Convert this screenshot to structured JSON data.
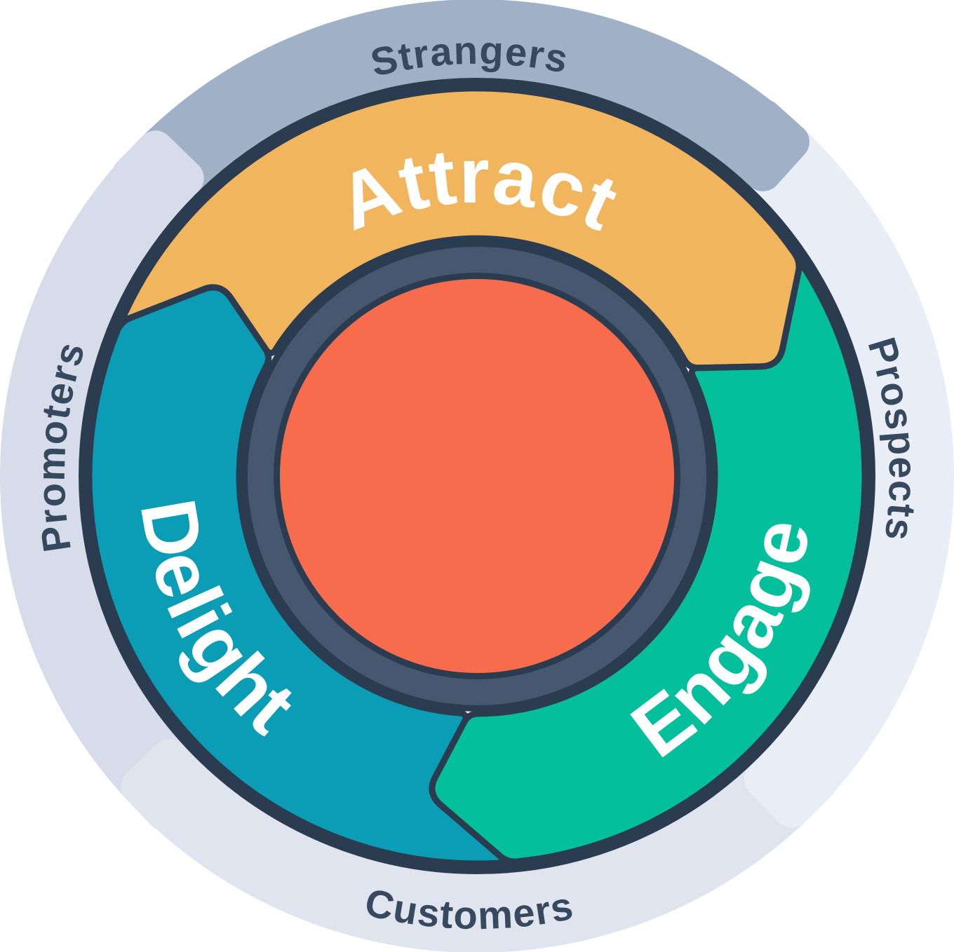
{
  "diagram": {
    "type": "flywheel",
    "outline_color": "#2b3c50",
    "ring_label_color": "#36495e",
    "segment_label_color": "#ffffff",
    "hub": {
      "ring_color": "#455870",
      "center_color": "#f76c4c"
    },
    "outer_ring": [
      {
        "id": "strangers",
        "label": "Strangers",
        "color": "#a0b1c7",
        "from": 224.3,
        "to": 312,
        "label_angle": 269,
        "text_dir": "cw"
      },
      {
        "id": "prospects",
        "label": "Prospects",
        "color": "#e9edf6",
        "from": 312,
        "to": 405.4,
        "label_angle": 355,
        "text_dir": "cw"
      },
      {
        "id": "customers",
        "label": "Customers",
        "color": "#dfe4ee",
        "from": 45.4,
        "to": 136.2,
        "label_angle": 91,
        "text_dir": "ccw"
      },
      {
        "id": "promoters",
        "label": "Promoters",
        "color": "#d6dce9",
        "from": 136.2,
        "to": 224.3,
        "label_angle": 184,
        "text_dir": "cw"
      }
    ],
    "segments": [
      {
        "id": "attract",
        "label": "Attract",
        "color": "#f1b55e",
        "from": 210,
        "to": 333,
        "label_angle": 270,
        "text_dir": "cw"
      },
      {
        "id": "engage",
        "label": "Engage",
        "color": "#04bf9c",
        "from": 333,
        "to": 452,
        "label_angle": 33,
        "text_dir": "ccw"
      },
      {
        "id": "delight",
        "label": "Delight",
        "color": "#0b9db6",
        "from": 92,
        "to": 210,
        "label_angle": 152,
        "text_dir": "ccw"
      }
    ]
  }
}
